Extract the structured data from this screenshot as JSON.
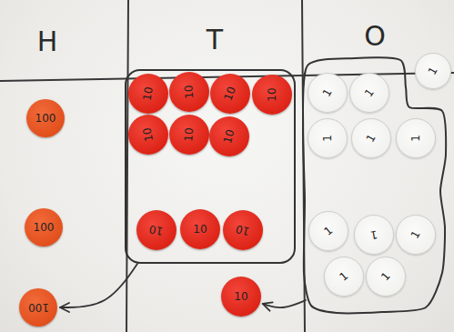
{
  "diagram": {
    "nodes": [
      {
        "text": [
          "100"
        ]
      },
      {
        "text": [
          "100"
        ]
      },
      {
        "text": [
          "100"
        ]
      },
      {
        "text": []
      },
      {
        "text": [
          "10"
        ],
        "in": 3
      },
      {
        "text": [
          "10"
        ],
        "in": 3
      },
      {
        "text": [
          "10"
        ],
        "in": 3
      },
      {
        "text": [
          "10"
        ],
        "in": 3
      },
      {
        "text": [
          "10"
        ],
        "in": 3
      },
      {
        "text": [
          "10"
        ],
        "in": 3
      },
      {
        "text": [
          "10"
        ],
        "in": 3
      },
      {
        "text": [
          "10"
        ],
        "in": 3
      },
      {
        "text": [
          "10"
        ],
        "in": 3
      },
      {
        "text": [
          "10"
        ],
        "in": 3
      },
      {
        "text": [
          "10"
        ]
      },
      {
        "text": []
      },
      {
        "text": [
          "1"
        ],
        "in": 15
      },
      {
        "text": [
          "1"
        ],
        "in": 15
      },
      {
        "text": [
          "1"
        ],
        "in": 15
      },
      {
        "text": [
          "1"
        ],
        "in": 15
      },
      {
        "text": [
          "1"
        ],
        "in": 15
      },
      {
        "text": [
          "1"
        ],
        "in": 15
      },
      {
        "text": [
          "1"
        ],
        "in": 15
      },
      {
        "text": [
          "1"
        ],
        "in": 15
      },
      {
        "text": [
          "1"
        ],
        "in": 15
      },
      {
        "text": [
          "1"
        ],
        "in": 15
      },
      {
        "text": [
          "1"
        ]
      }
    ],
    "edges": [
      {
        "from": 15,
        "to": 14,
        "arrow": "to"
      },
      {
        "from": 3,
        "to": 2,
        "arrow": "to"
      }
    ],
    "labels": [
      "H",
      "T",
      "O"
    ]
  }
}
